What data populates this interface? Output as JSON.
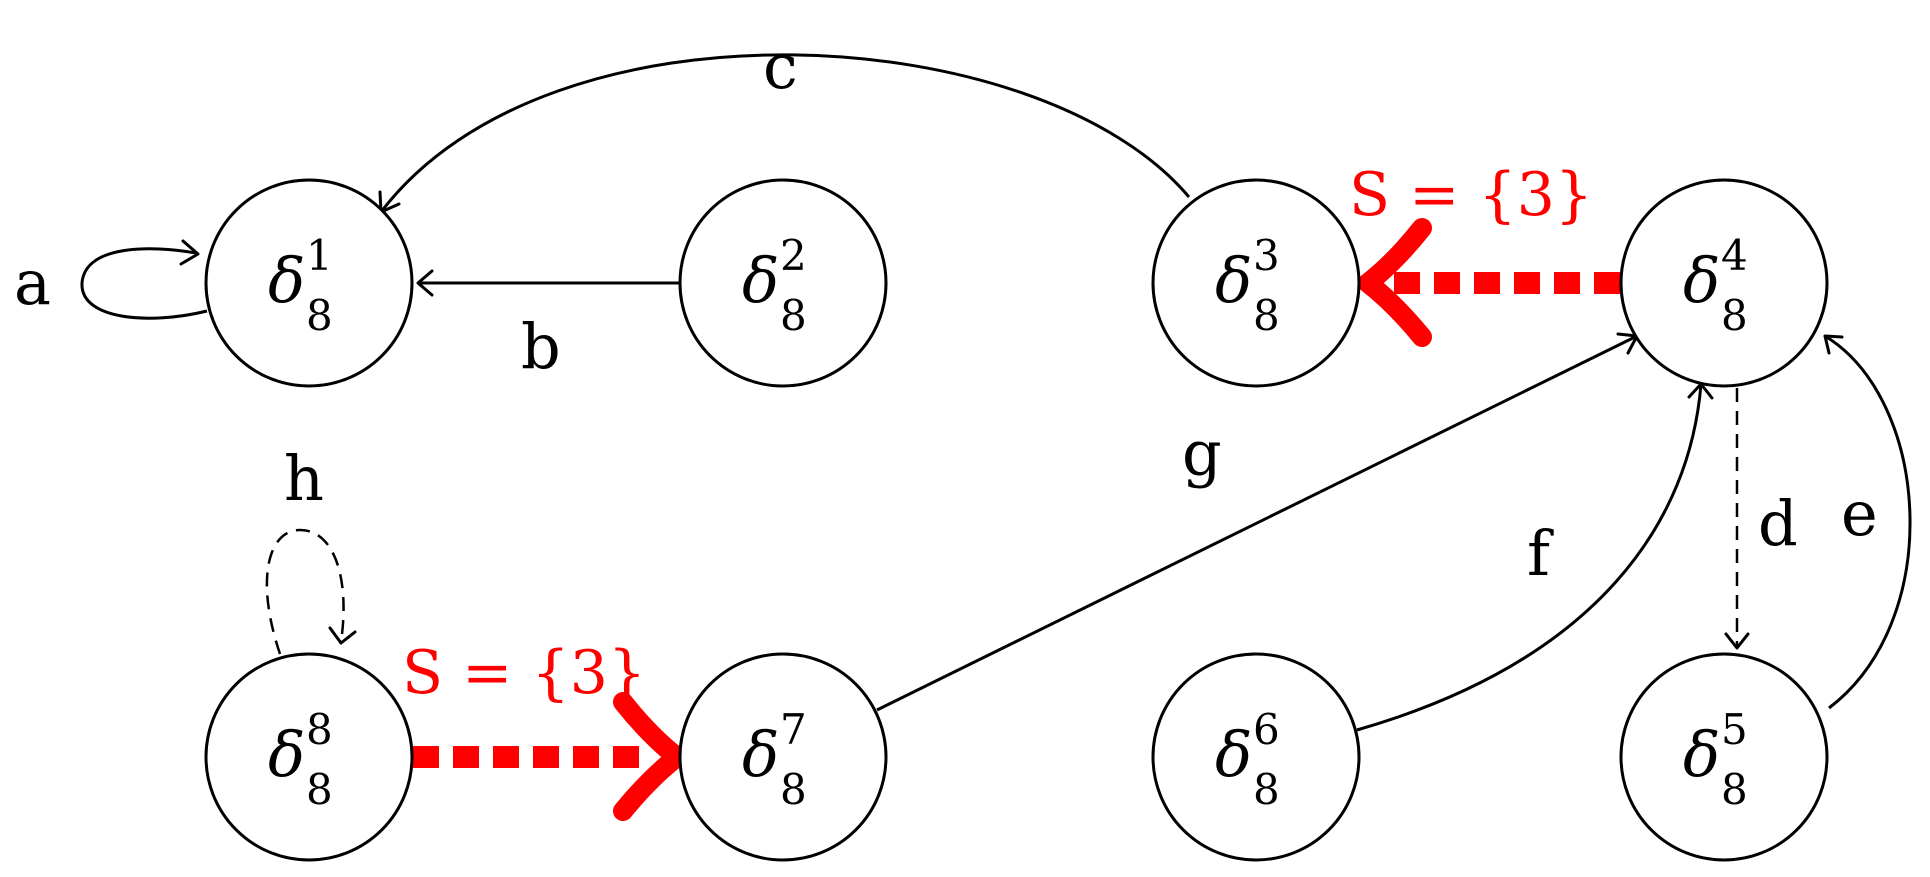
{
  "nodes": {
    "n1": {
      "symbol": "δ",
      "sup": "1",
      "sub": "8"
    },
    "n2": {
      "symbol": "δ",
      "sup": "2",
      "sub": "8"
    },
    "n3": {
      "symbol": "δ",
      "sup": "3",
      "sub": "8"
    },
    "n4": {
      "symbol": "δ",
      "sup": "4",
      "sub": "8"
    },
    "n5": {
      "symbol": "δ",
      "sup": "5",
      "sub": "8"
    },
    "n6": {
      "symbol": "δ",
      "sup": "6",
      "sub": "8"
    },
    "n7": {
      "symbol": "δ",
      "sup": "7",
      "sub": "8"
    },
    "n8": {
      "symbol": "δ",
      "sup": "8",
      "sub": "8"
    }
  },
  "edges": {
    "a": "a",
    "b": "b",
    "c": "c",
    "d": "d",
    "e": "e",
    "f": "f",
    "g": "g",
    "h": "h"
  },
  "highlight": {
    "top": "S = {3}",
    "bottom": "S = {3}",
    "color": "#ff0000"
  }
}
